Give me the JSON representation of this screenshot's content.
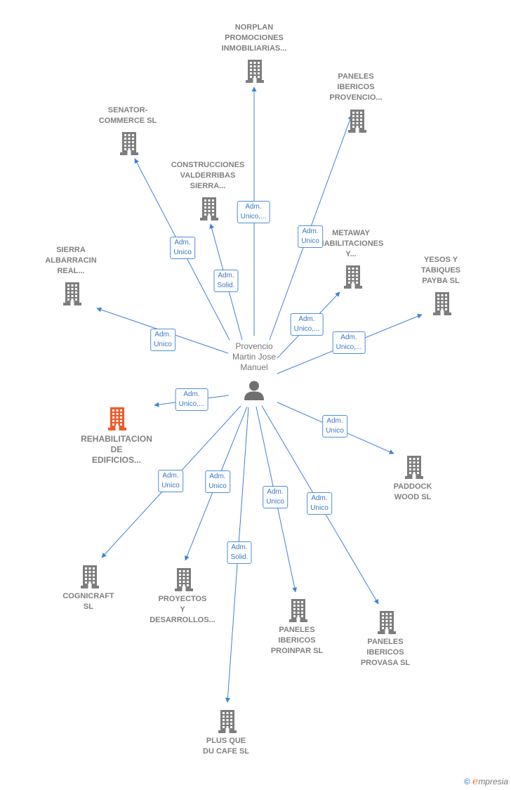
{
  "center": {
    "name": "Provencio\nMartin Jose\nManuel"
  },
  "colors": {
    "building": "#7d7d7d",
    "highlight": "#f05a28",
    "edge": "#3f82d6",
    "person": "#6f6f6f"
  },
  "nodes": [
    {
      "id": "norplan",
      "name": "NORPLAN\nPROMOCIONES\nINMOBILIARIAS..."
    },
    {
      "id": "paneles-provencio",
      "name": "PANELES\nIBERICOS\nPROVENCIO..."
    },
    {
      "id": "senator",
      "name": "SENATOR-\nCOMMERCE SL"
    },
    {
      "id": "construcciones",
      "name": "CONSTRUCCIONES\nVALDERRIBAS\nSIERRA..."
    },
    {
      "id": "metaway",
      "name": "METAWAY\nHABILITACIONES\nY..."
    },
    {
      "id": "sierra",
      "name": "SIERRA\nALBARRACIN\nREAL..."
    },
    {
      "id": "yesos",
      "name": "YESOS Y\nTABIQUES\nPAYBA SL"
    },
    {
      "id": "rehabilitacion",
      "name": "REHABILITACION\nDE\nEDIFICIOS..."
    },
    {
      "id": "paddock",
      "name": "PADDOCK\nWOOD SL"
    },
    {
      "id": "cognicraft",
      "name": "COGNICRAFT\nSL"
    },
    {
      "id": "proyectos",
      "name": "PROYECTOS\nY\nDESARROLLOS..."
    },
    {
      "id": "proinpar",
      "name": "PANELES\nIBERICOS\nPROINPAR  SL"
    },
    {
      "id": "provasa",
      "name": "PANELES\nIBERICOS\nPROVASA  SL"
    },
    {
      "id": "plusque",
      "name": "PLUS QUE\nDU CAFE  SL"
    }
  ],
  "edge_labels": {
    "norplan": "Adm.\nUnico,...",
    "paneles-provencio": "Adm.\nUnico",
    "senator": "Adm.\nUnico",
    "construcciones": "Adm.\nSolid.",
    "metaway": "Adm.\nUnico,...",
    "sierra": "Adm.\nUnico",
    "yesos": "Adm.\nUnico,...",
    "rehabilitacion": "Adm.\nUnico,...",
    "paddock": "Adm.\nUnico",
    "cognicraft": "Adm.\nUnico",
    "proyectos": "Adm.\nUnico",
    "proinpar": "Adm.\nUnico",
    "provasa": "Adm.\nUnico",
    "plusque": "Adm.\nSolid."
  },
  "brand": {
    "copyright": "©",
    "e": "e",
    "rest": "mpresia"
  }
}
